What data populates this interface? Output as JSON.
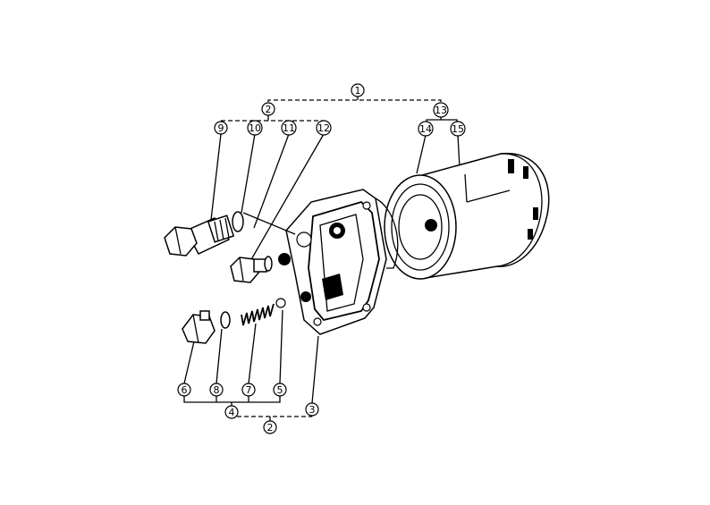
{
  "diagram": {
    "callouts": [
      {
        "id": "c1",
        "label": "1"
      },
      {
        "id": "c2a",
        "label": "2"
      },
      {
        "id": "c13",
        "label": "13"
      },
      {
        "id": "c9",
        "label": "9"
      },
      {
        "id": "c10",
        "label": "10"
      },
      {
        "id": "c11",
        "label": "11"
      },
      {
        "id": "c12",
        "label": "12"
      },
      {
        "id": "c14",
        "label": "14"
      },
      {
        "id": "c15",
        "label": "15"
      },
      {
        "id": "c6",
        "label": "6"
      },
      {
        "id": "c8",
        "label": "8"
      },
      {
        "id": "c7",
        "label": "7"
      },
      {
        "id": "c5",
        "label": "5"
      },
      {
        "id": "c4",
        "label": "4"
      },
      {
        "id": "c3",
        "label": "3"
      },
      {
        "id": "c2b",
        "label": "2"
      }
    ]
  }
}
